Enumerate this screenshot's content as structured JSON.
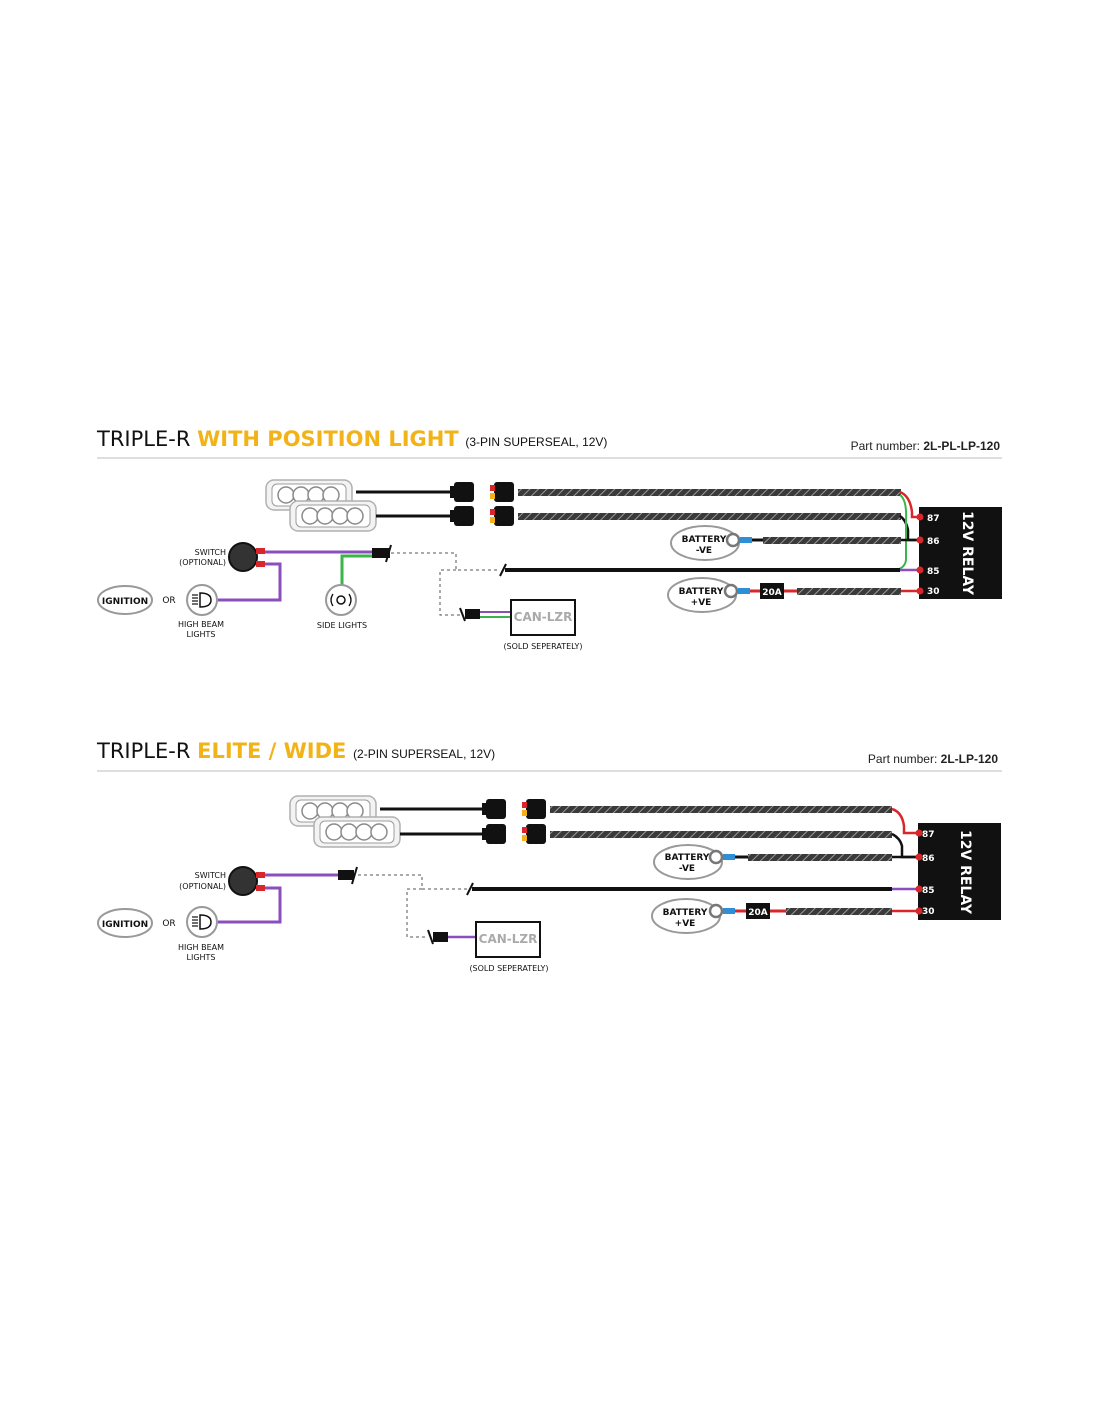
{
  "colors": {
    "accent": "#f2b318",
    "wire_black": "#111111",
    "wire_red": "#d8262b",
    "wire_green": "#39b54a",
    "wire_purple": "#8b4fbd",
    "wire_blue": "#2e8ed6",
    "divider": "#bdbdbd",
    "relay_bg": "#111111"
  },
  "diagram1": {
    "title_prefix": "TRIPLE-R",
    "title_accent": "WITH POSITION LIGHT",
    "title_suffix": "(3-PIN SUPERSEAL, 12V)",
    "part_label": "Part number:",
    "part_number": "2L-PL-LP-120",
    "ignition": "IGNITION",
    "or": "OR",
    "high_beam_1": "HIGH BEAM",
    "high_beam_2": "LIGHTS",
    "switch_1": "SWITCH",
    "switch_2": "(OPTIONAL)",
    "side_lights": "SIDE LIGHTS",
    "can_lzr": "CAN-LZR",
    "sold_separately": "(SOLD SEPERATELY)",
    "battery_neg_1": "BATTERY",
    "battery_neg_2": "-VE",
    "battery_pos_1": "BATTERY",
    "battery_pos_2": "+VE",
    "fuse": "20A",
    "relay_label": "12V RELAY",
    "pin_87": "87",
    "pin_86": "86",
    "pin_85": "85",
    "pin_30": "30"
  },
  "diagram2": {
    "title_prefix": "TRIPLE-R",
    "title_accent": "ELITE / WIDE",
    "title_suffix": "(2-PIN SUPERSEAL, 12V)",
    "part_label": "Part number:",
    "part_number": "2L-LP-120",
    "ignition": "IGNITION",
    "or": "OR",
    "high_beam_1": "HIGH BEAM",
    "high_beam_2": "LIGHTS",
    "switch_1": "SWITCH",
    "switch_2": "(OPTIONAL)",
    "can_lzr": "CAN-LZR",
    "sold_separately": "(SOLD SEPERATELY)",
    "battery_neg_1": "BATTERY",
    "battery_neg_2": "-VE",
    "battery_pos_1": "BATTERY",
    "battery_pos_2": "+VE",
    "fuse": "20A",
    "relay_label": "12V RELAY",
    "pin_87": "87",
    "pin_86": "86",
    "pin_85": "85",
    "pin_30": "30"
  }
}
